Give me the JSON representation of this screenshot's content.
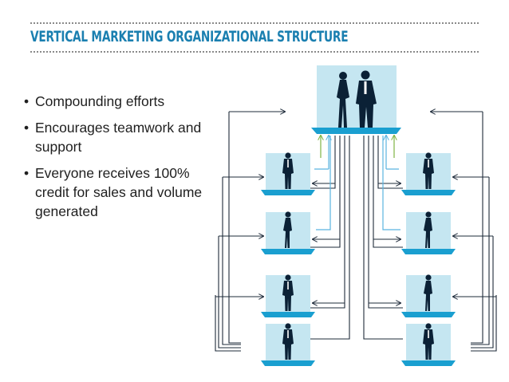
{
  "title": "VERTICAL MARKETING ORGANIZATIONAL STRUCTURE",
  "bullets": [
    "Compounding efforts",
    "Encourages teamwork and support",
    "Everyone receives 100% credit for sales and volume generated"
  ],
  "colors": {
    "title": "#1a7fb0",
    "box_fill": "#c5e6f1",
    "box_base": "#1a9fd0",
    "silhouette": "#0b2136",
    "connector": "#1e2b3a",
    "arrow_green": "#7fb342",
    "arrow_blue": "#5ab4e0"
  },
  "diagram": {
    "top_box": {
      "label": "leaders-couple",
      "icon": "man-woman-silhouette-icon"
    },
    "left_column": [
      {
        "icon": "man-silhouette-icon"
      },
      {
        "icon": "woman-silhouette-icon"
      },
      {
        "icon": "man-silhouette-icon"
      },
      {
        "icon": "man-silhouette-icon"
      }
    ],
    "right_column": [
      {
        "icon": "man-silhouette-icon"
      },
      {
        "icon": "woman-silhouette-icon"
      },
      {
        "icon": "woman-silhouette-icon"
      },
      {
        "icon": "man-silhouette-icon"
      }
    ]
  }
}
